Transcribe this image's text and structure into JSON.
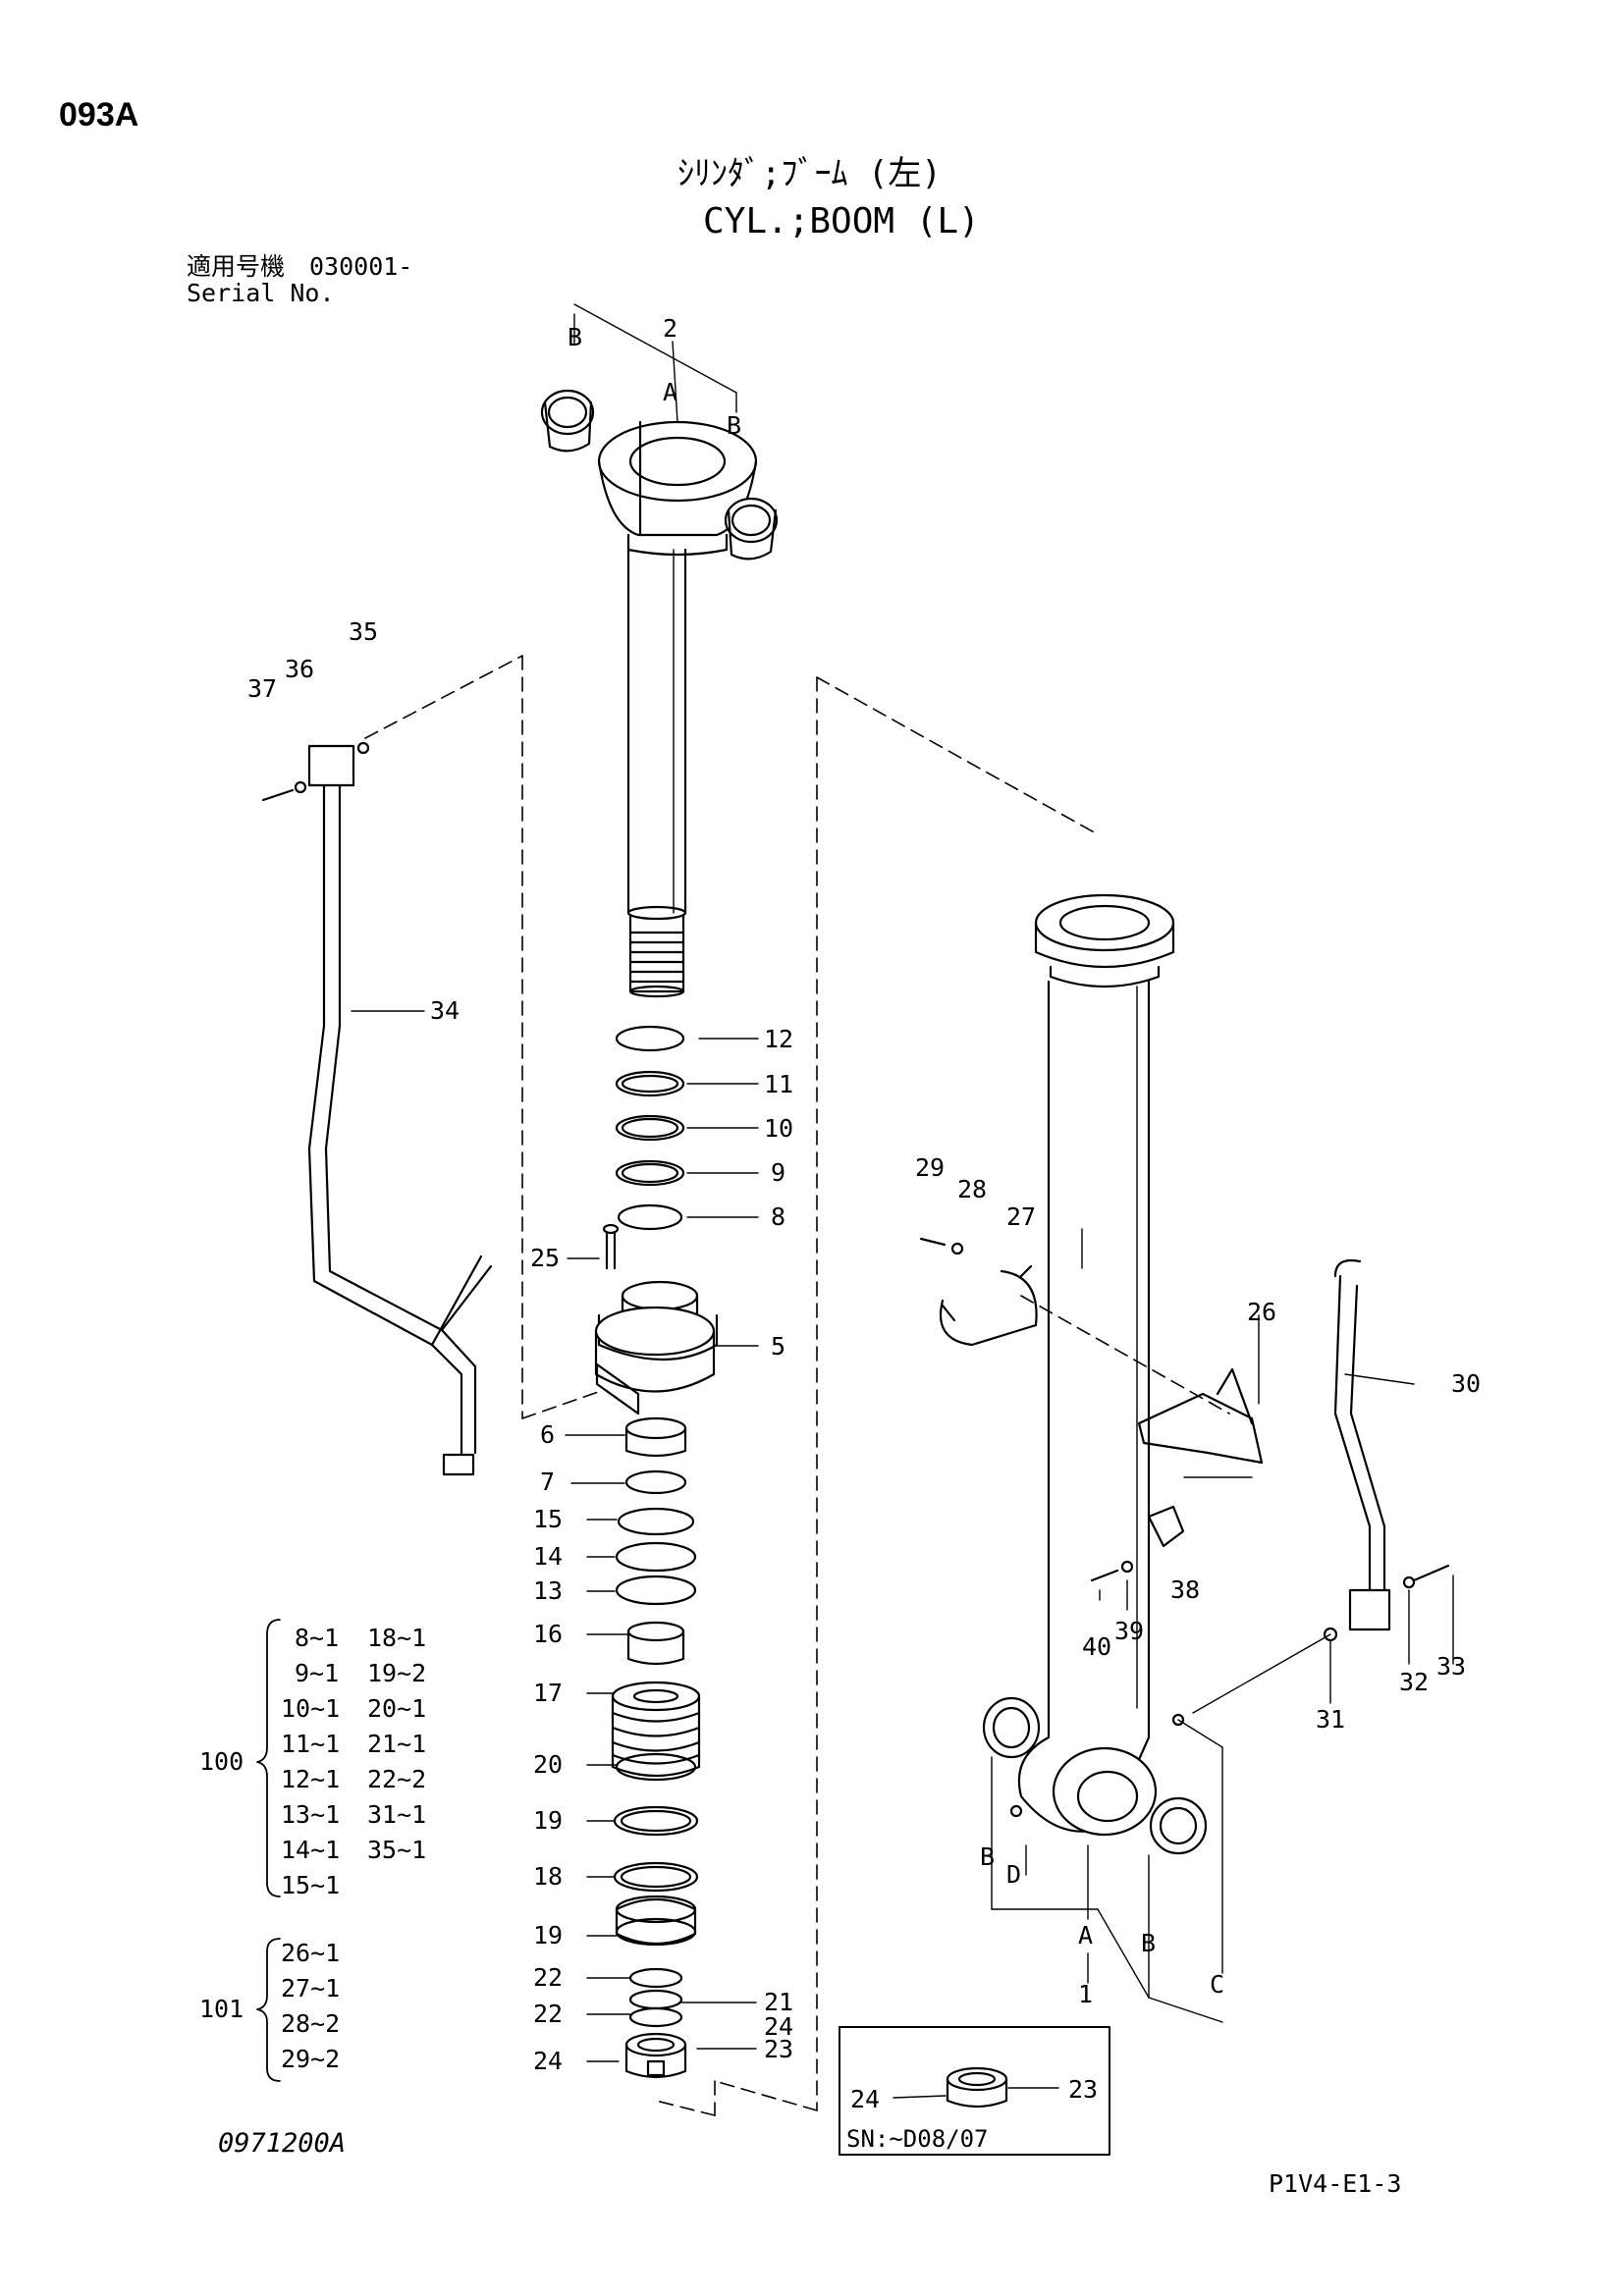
{
  "header": {
    "page_code": "093A",
    "title_jp": "ｼﾘﾝﾀﾞ;ﾌﾞｰﾑ (左)",
    "title_en": "CYL.;BOOM (L)",
    "serial_jp": "適用号機　030001-",
    "serial_en": "Serial No."
  },
  "callouts": [
    {
      "id": "c2",
      "text": "2"
    },
    {
      "id": "cA1",
      "text": "A"
    },
    {
      "id": "cB1",
      "text": "B"
    },
    {
      "id": "cB2",
      "text": "B"
    },
    {
      "id": "c35",
      "text": "35"
    },
    {
      "id": "c36",
      "text": "36"
    },
    {
      "id": "c37",
      "text": "37"
    },
    {
      "id": "c34",
      "text": "34"
    },
    {
      "id": "c12",
      "text": "12"
    },
    {
      "id": "c11",
      "text": "11"
    },
    {
      "id": "c10",
      "text": "10"
    },
    {
      "id": "c9",
      "text": "9"
    },
    {
      "id": "c8",
      "text": "8"
    },
    {
      "id": "c25",
      "text": "25"
    },
    {
      "id": "c5",
      "text": "5"
    },
    {
      "id": "c6",
      "text": "6"
    },
    {
      "id": "c7",
      "text": "7"
    },
    {
      "id": "c15",
      "text": "15"
    },
    {
      "id": "c14",
      "text": "14"
    },
    {
      "id": "c13",
      "text": "13"
    },
    {
      "id": "c16",
      "text": "16"
    },
    {
      "id": "c17",
      "text": "17"
    },
    {
      "id": "c20",
      "text": "20"
    },
    {
      "id": "c19a",
      "text": "19"
    },
    {
      "id": "c18",
      "text": "18"
    },
    {
      "id": "c19b",
      "text": "19"
    },
    {
      "id": "c22a",
      "text": "22"
    },
    {
      "id": "c21",
      "text": "21"
    },
    {
      "id": "c22b",
      "text": "22"
    },
    {
      "id": "c24a",
      "text": "24"
    },
    {
      "id": "c24b",
      "text": "24"
    },
    {
      "id": "c23a",
      "text": "23"
    },
    {
      "id": "c29",
      "text": "29"
    },
    {
      "id": "c28",
      "text": "28"
    },
    {
      "id": "c27",
      "text": "27"
    },
    {
      "id": "c26",
      "text": "26"
    },
    {
      "id": "c30",
      "text": "30"
    },
    {
      "id": "c38",
      "text": "38"
    },
    {
      "id": "c40",
      "text": "40"
    },
    {
      "id": "c39",
      "text": "39"
    },
    {
      "id": "c31",
      "text": "31"
    },
    {
      "id": "c32",
      "text": "32"
    },
    {
      "id": "c33",
      "text": "33"
    },
    {
      "id": "cB3",
      "text": "B"
    },
    {
      "id": "cD",
      "text": "D"
    },
    {
      "id": "cA2",
      "text": "A"
    },
    {
      "id": "cB4",
      "text": "B"
    },
    {
      "id": "cC",
      "text": "C"
    },
    {
      "id": "c1",
      "text": "1"
    }
  ],
  "kit_100": {
    "label": "100",
    "col1": [
      "8~1",
      "9~1",
      "10~1",
      "11~1",
      "12~1",
      "13~1",
      "14~1",
      "15~1"
    ],
    "col2": [
      "18~1",
      "19~2",
      "20~1",
      "21~1",
      "22~2",
      "31~1",
      "35~1"
    ]
  },
  "kit_101": {
    "label": "101",
    "col1": [
      "26~1",
      "27~1",
      "28~2",
      "29~2"
    ]
  },
  "inset": {
    "label_24": "24",
    "label_23": "23",
    "serial_note": "SN:~D08/07"
  },
  "footer": {
    "doc_code": "0971200A",
    "ref_code": "P1V4-E1-3"
  }
}
